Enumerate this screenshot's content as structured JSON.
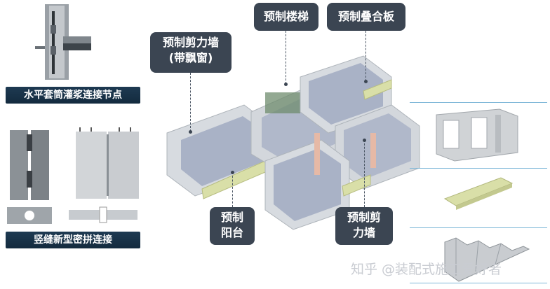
{
  "captions": {
    "sleeve_joint": "水平套筒灌浆连接节点",
    "vertical_joint": "竖缝新型密拼连接"
  },
  "callouts": {
    "stairs": "预制楼梯",
    "slab": "预制叠合板",
    "shear_wall_window_line1": "预制剪力墙",
    "shear_wall_window_line2": "(带飘窗)",
    "balcony_line1": "预制",
    "balcony_line2": "阳台",
    "shear_wall_line1": "预制剪",
    "shear_wall_line2": "力墙"
  },
  "watermark": "知乎 @装配式施工爱好者",
  "colors": {
    "caption_bg": "#1a3348",
    "callout_bg": "#3b4552",
    "accent_line": "#7fb8d8",
    "balcony": "#d9dfa8"
  }
}
